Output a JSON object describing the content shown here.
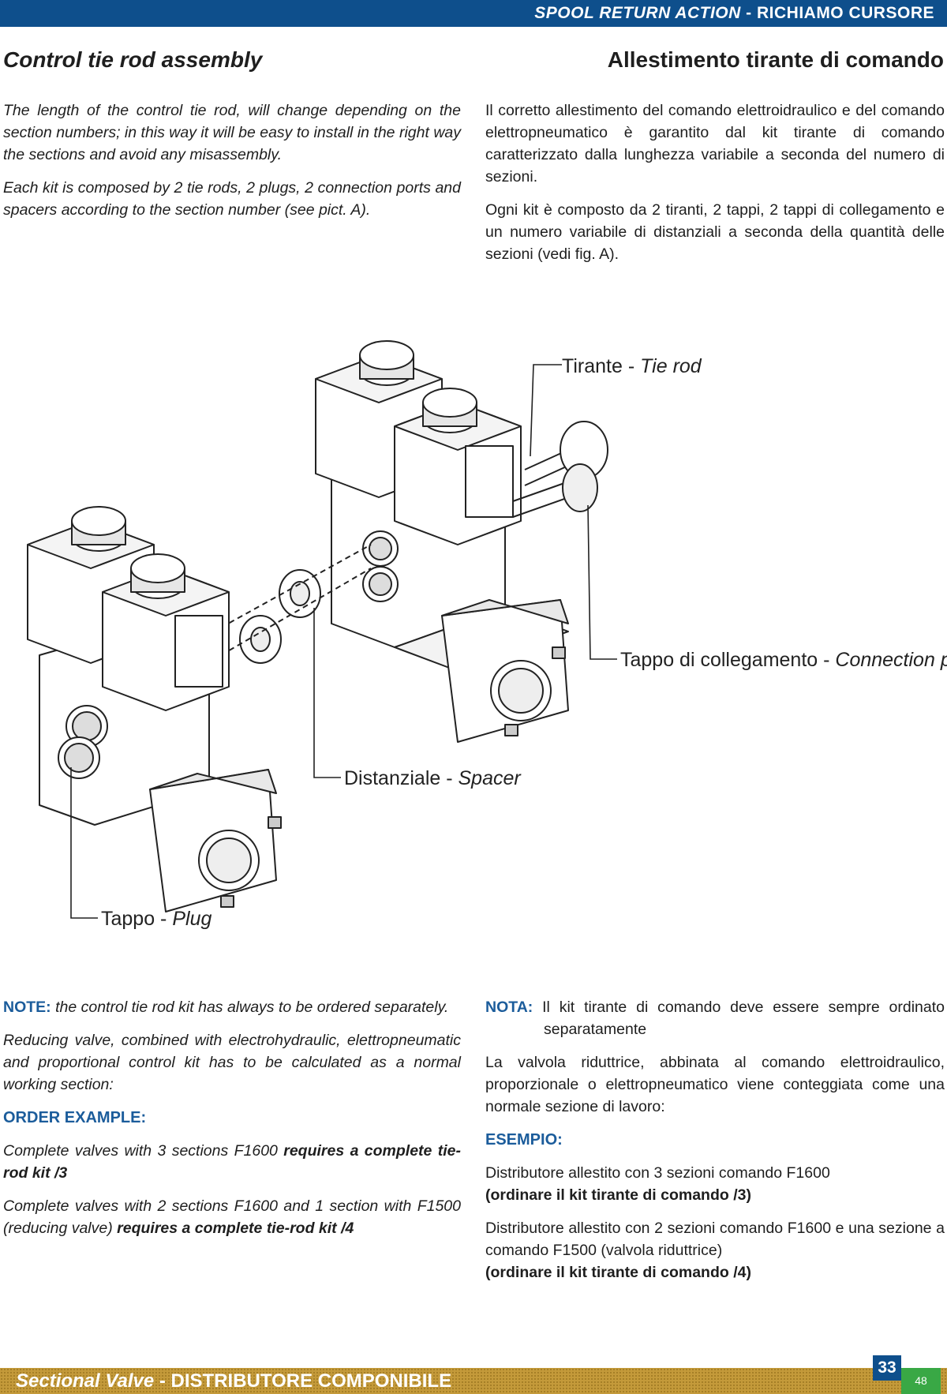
{
  "header": {
    "en": "SPOOL RETURN ACTION",
    "sep": " - ",
    "it": "RICHIAMO CURSORE"
  },
  "titles": {
    "en": "Control tie rod assembly",
    "it": "Allestimento tirante di comando"
  },
  "intro": {
    "en_p1": "The length of the control tie rod, will change depending on the section numbers; in this way it will be easy to install in the right way the sections and avoid any misassembly.",
    "en_p2": "Each kit is composed by 2 tie rods, 2 plugs, 2 connection ports and spacers according to the section number (see pict. A).",
    "it_p1": "Il corretto allestimento del comando elettroidraulico e del comando elettropneumatico è garantito dal kit tirante di comando caratterizzato dalla lunghezza variabile a seconda del numero di sezioni.",
    "it_p2": "Ogni kit è composto da 2 tiranti, 2 tappi, 2 tappi di collegamento e un numero variabile di distanziali a seconda della quantità delle sezioni (vedi fig. A)."
  },
  "figure_labels": {
    "tie_rod_it": "Tirante - ",
    "tie_rod_en": "Tie rod",
    "connection_it": "Tappo di collegamento - ",
    "connection_en": "Connection port",
    "spacer_it": "Distanziale - ",
    "spacer_en": "Spacer",
    "plug_it": "Tappo - ",
    "plug_en": "Plug"
  },
  "notes": {
    "en_key": "NOTE:",
    "en_text": "the control tie rod kit has always to be ordered separately.",
    "it_key": "NOTA:",
    "it_text": "Il kit tirante di comando deve essere sempre ordinato separatamente",
    "en_reducing": "Reducing valve, combined with electrohydraulic, elettropneumatic and proportional control kit has to be calculated as a normal working section:",
    "it_reducing": "La valvola riduttrice, abbinata al comando elettroidraulico, proporzionale o elettropneumatico viene conteggiata come una normale sezione di lavoro:"
  },
  "order": {
    "en_title": "ORDER EXAMPLE:",
    "it_title": "ESEMPIO:",
    "en_ex1_text": "Complete valves with 3 sections F1600 ",
    "en_ex1_bold": "requires a complete tie-rod kit /3",
    "en_ex2_text": "Complete valves with 2 sections F1600 and 1 section with F1500 (reducing valve) ",
    "en_ex2_bold": "requires a complete tie-rod kit /4",
    "it_ex1_text": "Distributore allestito con 3 sezioni comando F1600",
    "it_ex1_bold": "(ordinare il kit tirante di comando /3)",
    "it_ex2_text": "Distributore allestito con 2 sezioni comando F1600 e una sezione a comando F1500 (valvola riduttrice)",
    "it_ex2_bold": "(ordinare il kit tirante di comando /4)"
  },
  "footer": {
    "en": "Sectional Valve",
    "sep": " - ",
    "it": "DISTRIBUTORE COMPONIBILE",
    "page_main": "33",
    "page_sub": "48"
  }
}
